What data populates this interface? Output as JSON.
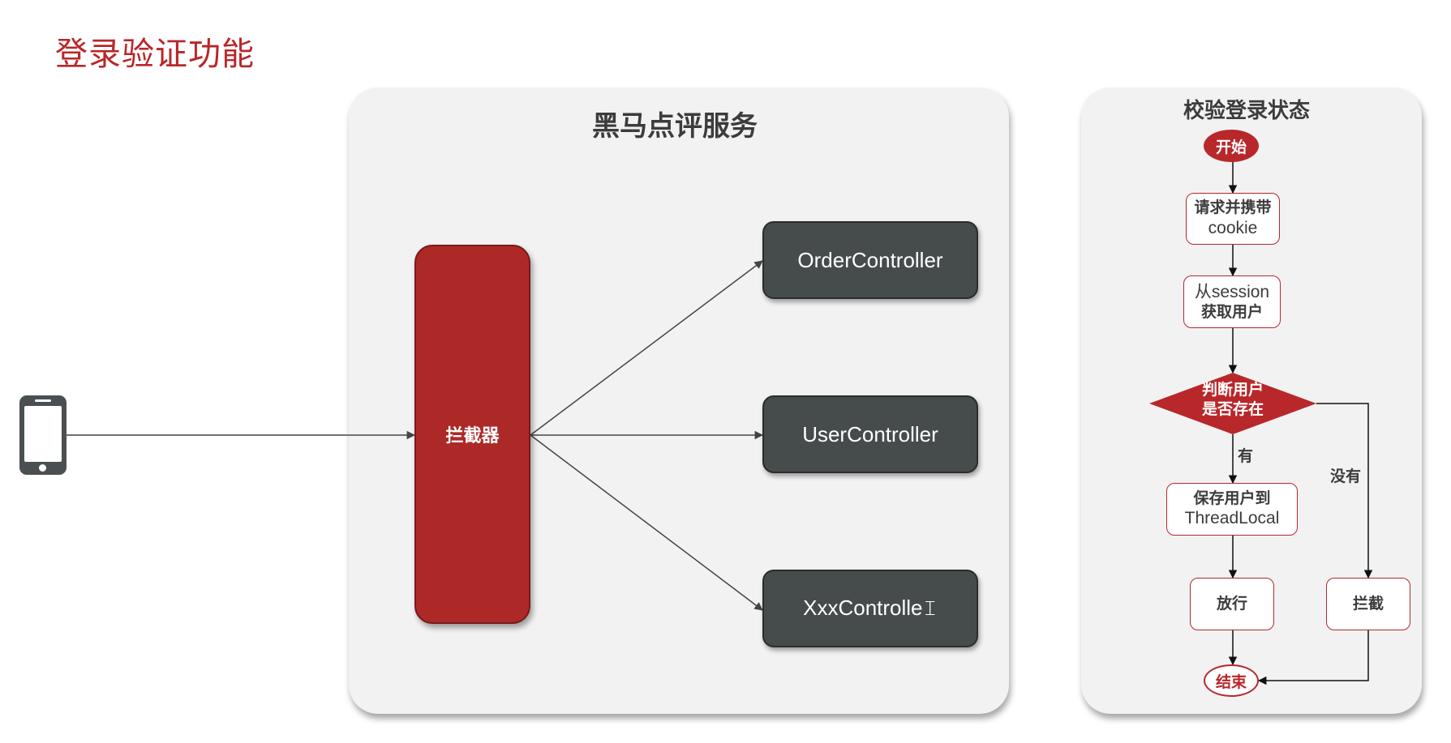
{
  "page": {
    "title": "登录验证功能"
  },
  "service_panel": {
    "title": "黑马点评服务",
    "interceptor_label": "拦截器",
    "controllers": [
      "OrderController",
      "UserController",
      "XxxControlle𝙸"
    ]
  },
  "flow_panel": {
    "title": "校验登录状态",
    "start": "开始",
    "request": {
      "line1": "请求并携带",
      "line2": "cookie"
    },
    "session": {
      "line1": "从session",
      "line2": "获取用户"
    },
    "decision": {
      "line1": "判断用户",
      "line2": "是否存在"
    },
    "yes_label": "有",
    "no_label": "没有",
    "save": {
      "line1": "保存用户到",
      "line2": "ThreadLocal"
    },
    "pass": "放行",
    "block": "拦截",
    "end": "结束"
  },
  "icons": {
    "client": "smartphone-icon"
  },
  "colors": {
    "title_red": "#b8272a",
    "interceptor_red": "#ad2927",
    "controller_dark": "#464b4c",
    "panel_gray": "#f2f2f2"
  }
}
